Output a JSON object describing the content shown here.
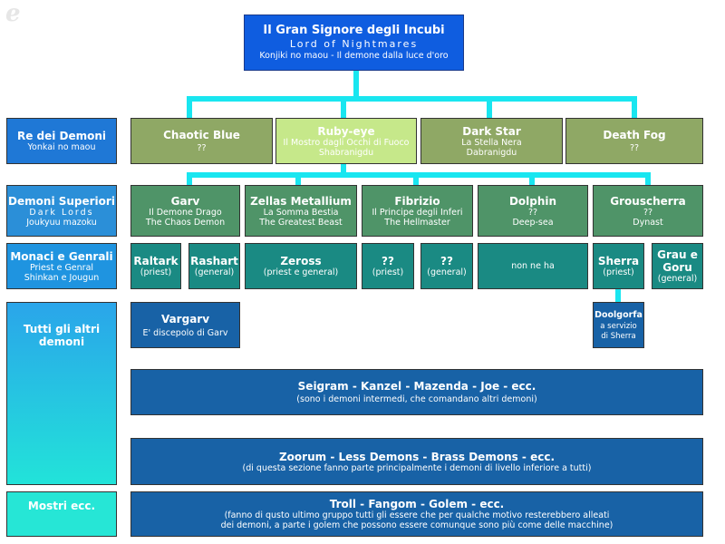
{
  "logo": "e",
  "top": {
    "title": "Il Gran Signore degli Incubi",
    "subtitle": "Lord of Nightmares",
    "desc": "Konjiki no maou - Il demone dalla luce d'oro"
  },
  "legend": {
    "re": {
      "title": "Re dei Demoni",
      "sub": "Yonkai no maou"
    },
    "superiori": {
      "title": "Demoni Superiori",
      "sub1": "Dark Lords",
      "sub2": "Joukyuu mazoku"
    },
    "monaci": {
      "title": "Monaci e Genrali",
      "sub1": "Priest e Genral",
      "sub2": "Shinkan e Jougun"
    },
    "altri": {
      "title": "Tutti gli altri demoni"
    },
    "mostri": {
      "title": "Mostri ecc."
    }
  },
  "kings": [
    {
      "name": "Chaotic Blue",
      "l1": "??",
      "l2": ""
    },
    {
      "name": "Ruby-eye",
      "l1": "Il Mostro dagli Occhi di Fuoco",
      "l2": "Shabranigdu"
    },
    {
      "name": "Dark Star",
      "l1": "La Stella Nera",
      "l2": "Dabranigdu"
    },
    {
      "name": "Death Fog",
      "l1": "??",
      "l2": ""
    }
  ],
  "superiors": [
    {
      "name": "Garv",
      "l1": "Il Demone Drago",
      "l2": "The Chaos Demon"
    },
    {
      "name": "Zellas Metallium",
      "l1": "La Somma Bestia",
      "l2": "The Greatest Beast"
    },
    {
      "name": "Fibrizio",
      "l1": "Il Principe degli Inferi",
      "l2": "The Hellmaster"
    },
    {
      "name": "Dolphin",
      "l1": "??",
      "l2": "Deep-sea"
    },
    {
      "name": "Grouscherra",
      "l1": "??",
      "l2": "Dynast"
    }
  ],
  "priests": [
    {
      "name": "Raltark",
      "role": "(priest)"
    },
    {
      "name": "Rashart",
      "role": "(general)"
    },
    {
      "name": "Zeross",
      "role": "(priest e general)"
    },
    {
      "name": "??",
      "role": "(priest)"
    },
    {
      "name": "??",
      "role": "(general)"
    },
    {
      "name": "",
      "role": "non ne ha"
    },
    {
      "name": "Sherra",
      "role": "(priest)"
    },
    {
      "name": "Grau e Goru",
      "role": "(general)"
    }
  ],
  "vargarv": {
    "name": "Vargarv",
    "desc": "E' discepolo di Garv"
  },
  "doolgorfa": {
    "name": "Doolgorfa",
    "desc1": "a servizio",
    "desc2": "di Sherra"
  },
  "bars": [
    {
      "title": "Seigram - Kanzel - Mazenda - Joe - ecc.",
      "l1": "(sono i demoni intermedi, che comandano altri demoni)",
      "l2": ""
    },
    {
      "title": "Zoorum - Less Demons - Brass Demons - ecc.",
      "l1": "(di questa sezione fanno parte principalmente i demoni di livello inferiore a tutti)",
      "l2": ""
    },
    {
      "title": "Troll - Fangom - Golem - ecc.",
      "l1": "(fanno di qusto ultimo gruppo tutti gli essere che per qualche motivo resterebbero alleati",
      "l2": "dei demoni, a parte i golem che possono essere comunque sono più come delle macchine)"
    }
  ]
}
